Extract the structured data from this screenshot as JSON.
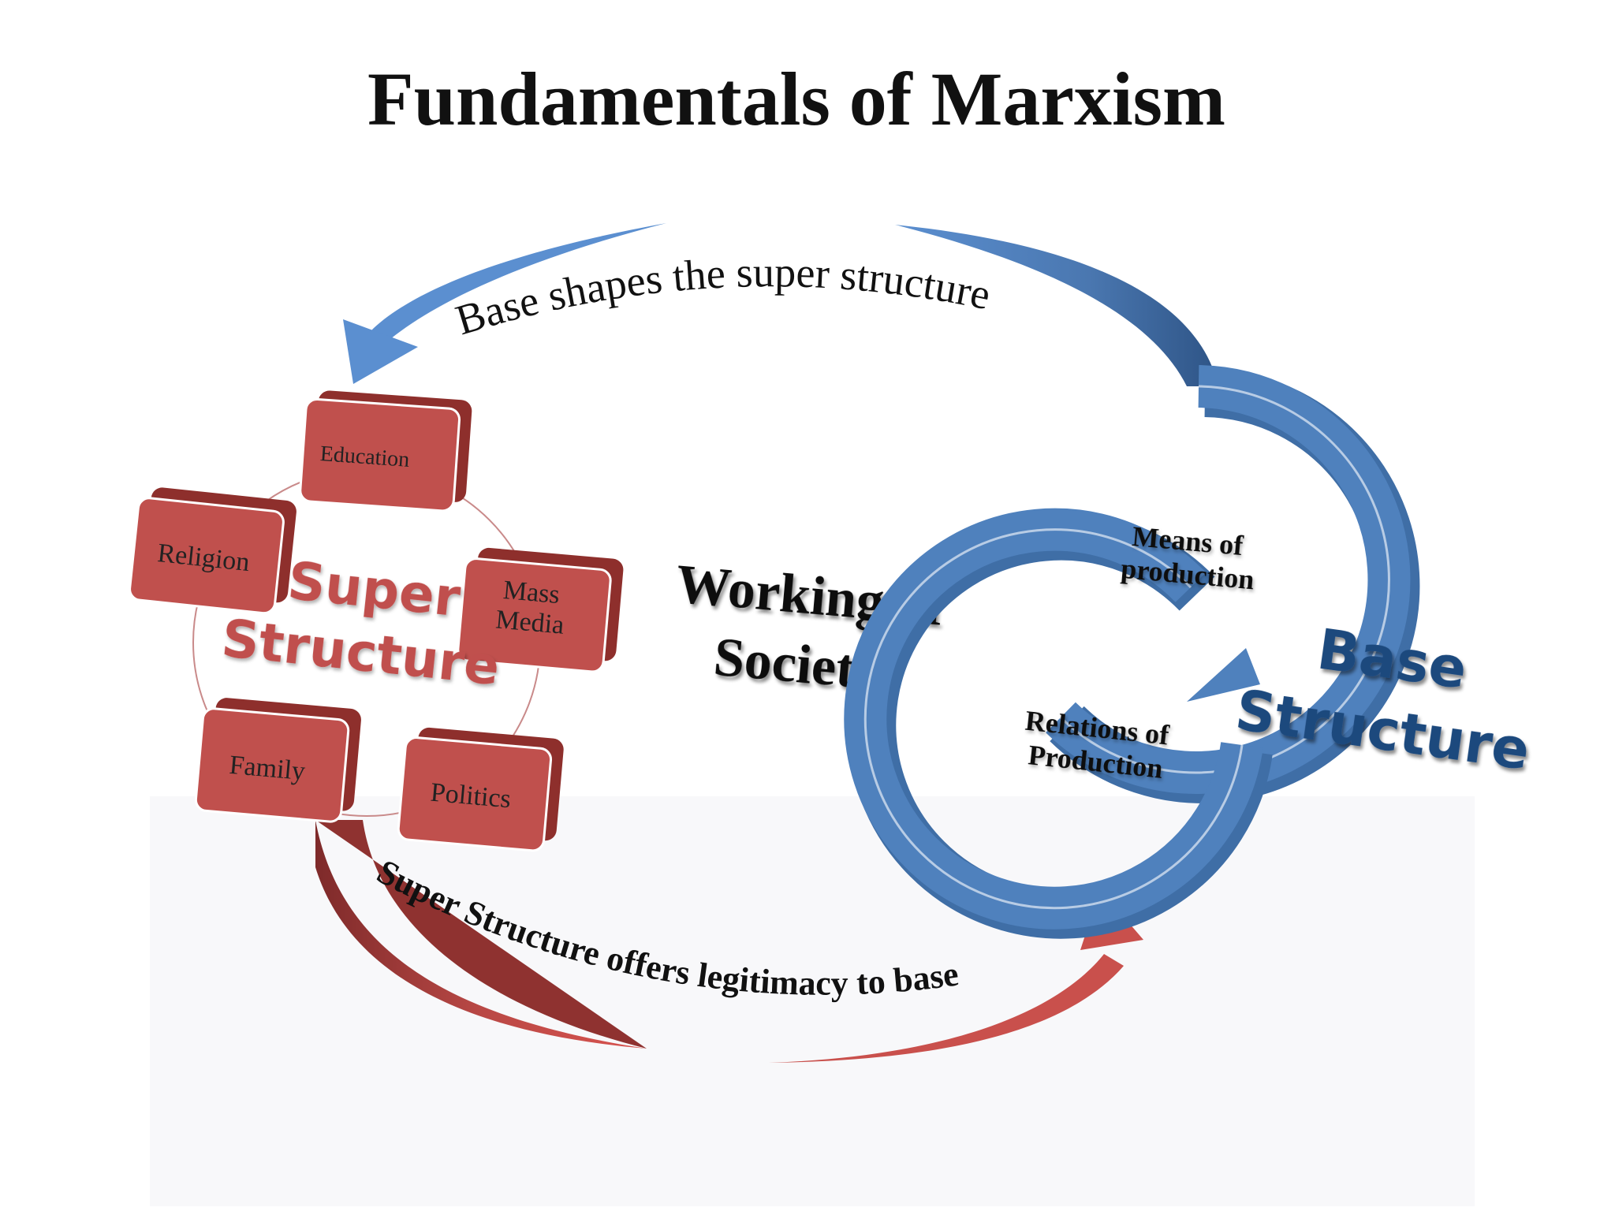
{
  "title": "Fundamentals of Marxism",
  "center_label": {
    "line1": "Working of",
    "line2": "Society"
  },
  "top_arrow_label": "Base shapes the super structure",
  "bottom_arrow_label": "Super Structure offers legitimacy to base",
  "superstructure": {
    "label_line1": "Super",
    "label_line2": "Structure",
    "items": {
      "education": "Education",
      "religion": "Religion",
      "mass_media_line1": "Mass",
      "mass_media_line2": "Media",
      "family": "Family",
      "politics": "Politics"
    }
  },
  "base": {
    "label_line1": "Base",
    "label_line2": "Structure",
    "means_line1": "Means of",
    "means_line2": "production",
    "relations_line1": "Relations of",
    "relations_line2": "Production"
  },
  "colors": {
    "red_box": "#c0504d",
    "red_box_dark": "#8e2f2c",
    "blue_ring": "#4f81bd",
    "blue_dark": "#2c4e7a",
    "text_dark": "#111111"
  }
}
